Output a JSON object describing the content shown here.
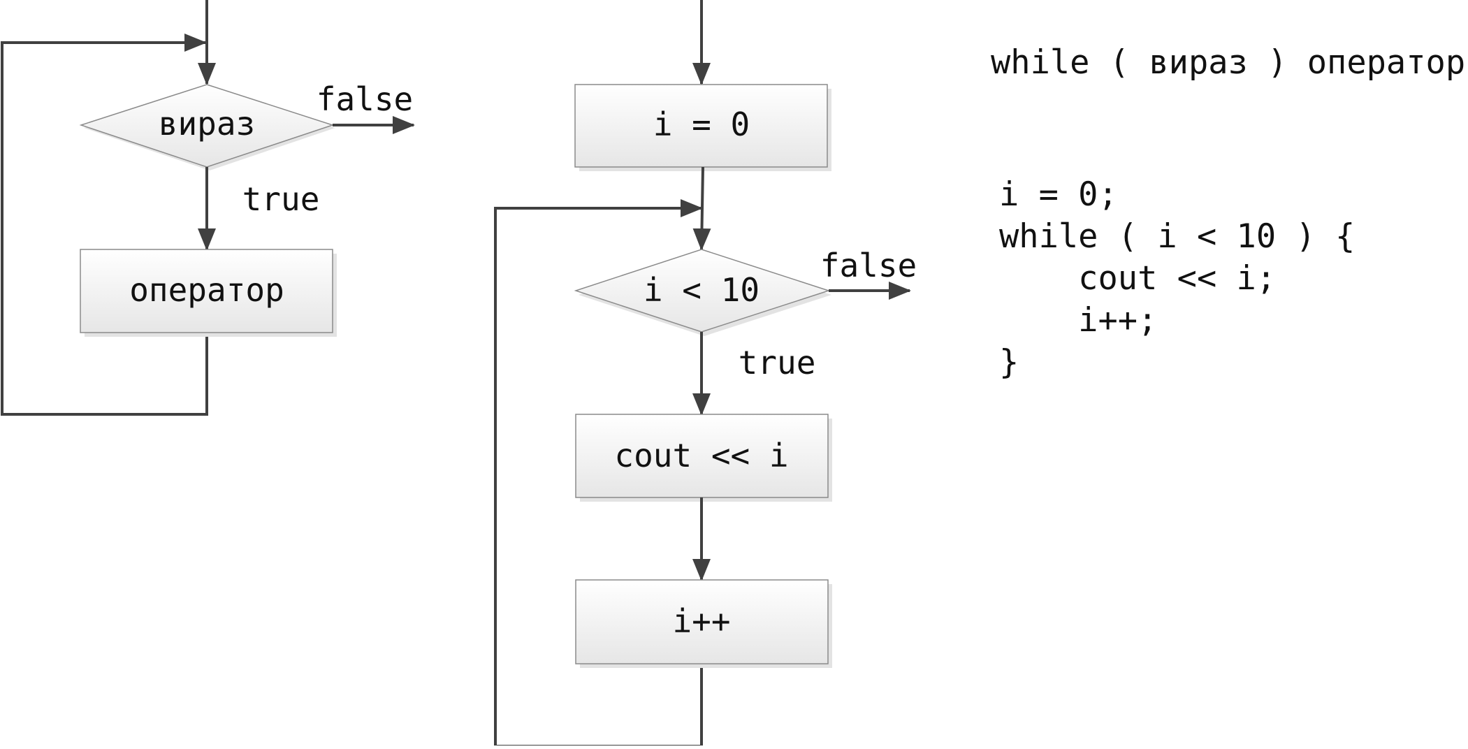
{
  "left_flowchart": {
    "condition": "вираз",
    "false_label": "false",
    "true_label": "true",
    "statement": "оператор"
  },
  "middle_flowchart": {
    "init": "i = 0",
    "condition": "i < 10",
    "false_label": "false",
    "true_label": "true",
    "body_statement": "cout << i",
    "increment": "i++"
  },
  "code": {
    "syntax": "while ( вираз ) оператор;",
    "example_lines": [
      "i = 0;",
      "while ( i < 10 ) {",
      "    cout << i;",
      "    i++;",
      "}"
    ]
  },
  "colors": {
    "line": "#404040",
    "shape_fill_top": "#ffffff",
    "shape_fill_bottom": "#e6e6e6",
    "shape_border": "#8a8a8a"
  }
}
